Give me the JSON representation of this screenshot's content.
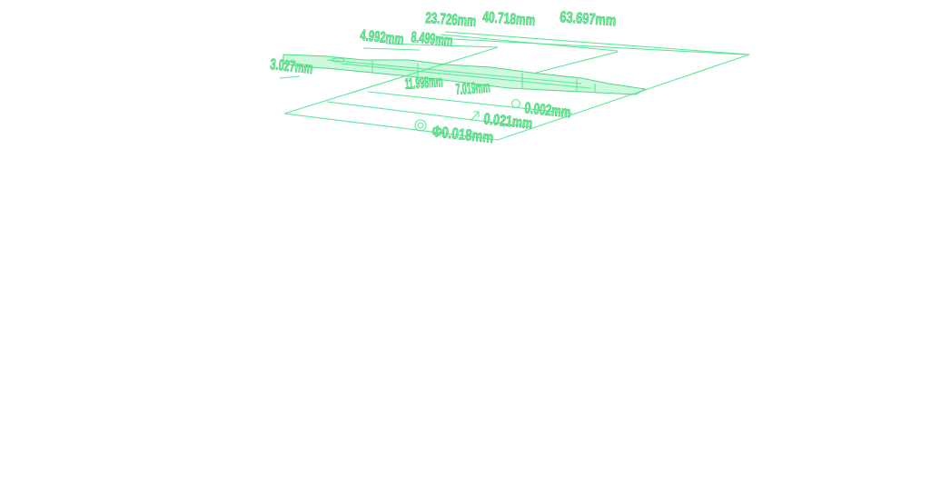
{
  "colors": {
    "accent": "#5cf08e",
    "outline": "#2f8a55"
  },
  "dimensions": {
    "d1": "3.027mm",
    "d2": "4.992mm",
    "d3": "8.499mm",
    "d4": "23.726mm",
    "d5": "40.718mm",
    "d6": "63.697mm",
    "d7": "11.998mm",
    "d8": "7.019mm"
  },
  "tolerances": {
    "circularity": {
      "icon": "circle-icon",
      "value": "0.002mm"
    },
    "runout": {
      "icon": "arrow-icon",
      "value": "0.021mm"
    },
    "concentricity": {
      "icon": "concentric-circles-icon",
      "value": "Φ0.018mm"
    }
  }
}
